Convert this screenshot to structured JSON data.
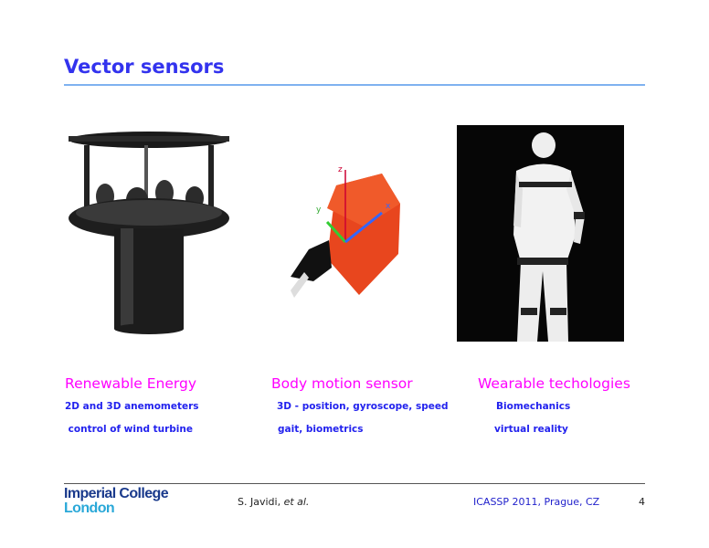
{
  "slide": {
    "title": "Vector sensors",
    "columns": [
      {
        "heading": "Renewable Energy",
        "lines": [
          "2D and 3D anemometers",
          " control of wind turbine"
        ],
        "image_icon": "anemometer-image"
      },
      {
        "heading": "Body motion sensor",
        "lines": [
          "3D - position, gyroscope, speed",
          "gait, biometrics"
        ],
        "image_icon": "motion-sensor-image",
        "axis_labels": [
          "z",
          "y",
          "x"
        ]
      },
      {
        "heading": "Wearable techologies",
        "lines": [
          "Biomechanics",
          "virtual reality"
        ],
        "image_icon": "wearable-suit-image"
      }
    ]
  },
  "footer": {
    "logo_line1": "Imperial College",
    "logo_line2": "London",
    "author": "S. Javidi, ",
    "author_etal": "et al.",
    "conference": "ICASSP 2011, Prague, CZ",
    "page_number": "4"
  },
  "colors": {
    "title": "#3333ee",
    "heading": "#ff00ff",
    "body": "#2222ee",
    "logo_dark": "#1a3a8c",
    "logo_light": "#2aa8d8"
  }
}
